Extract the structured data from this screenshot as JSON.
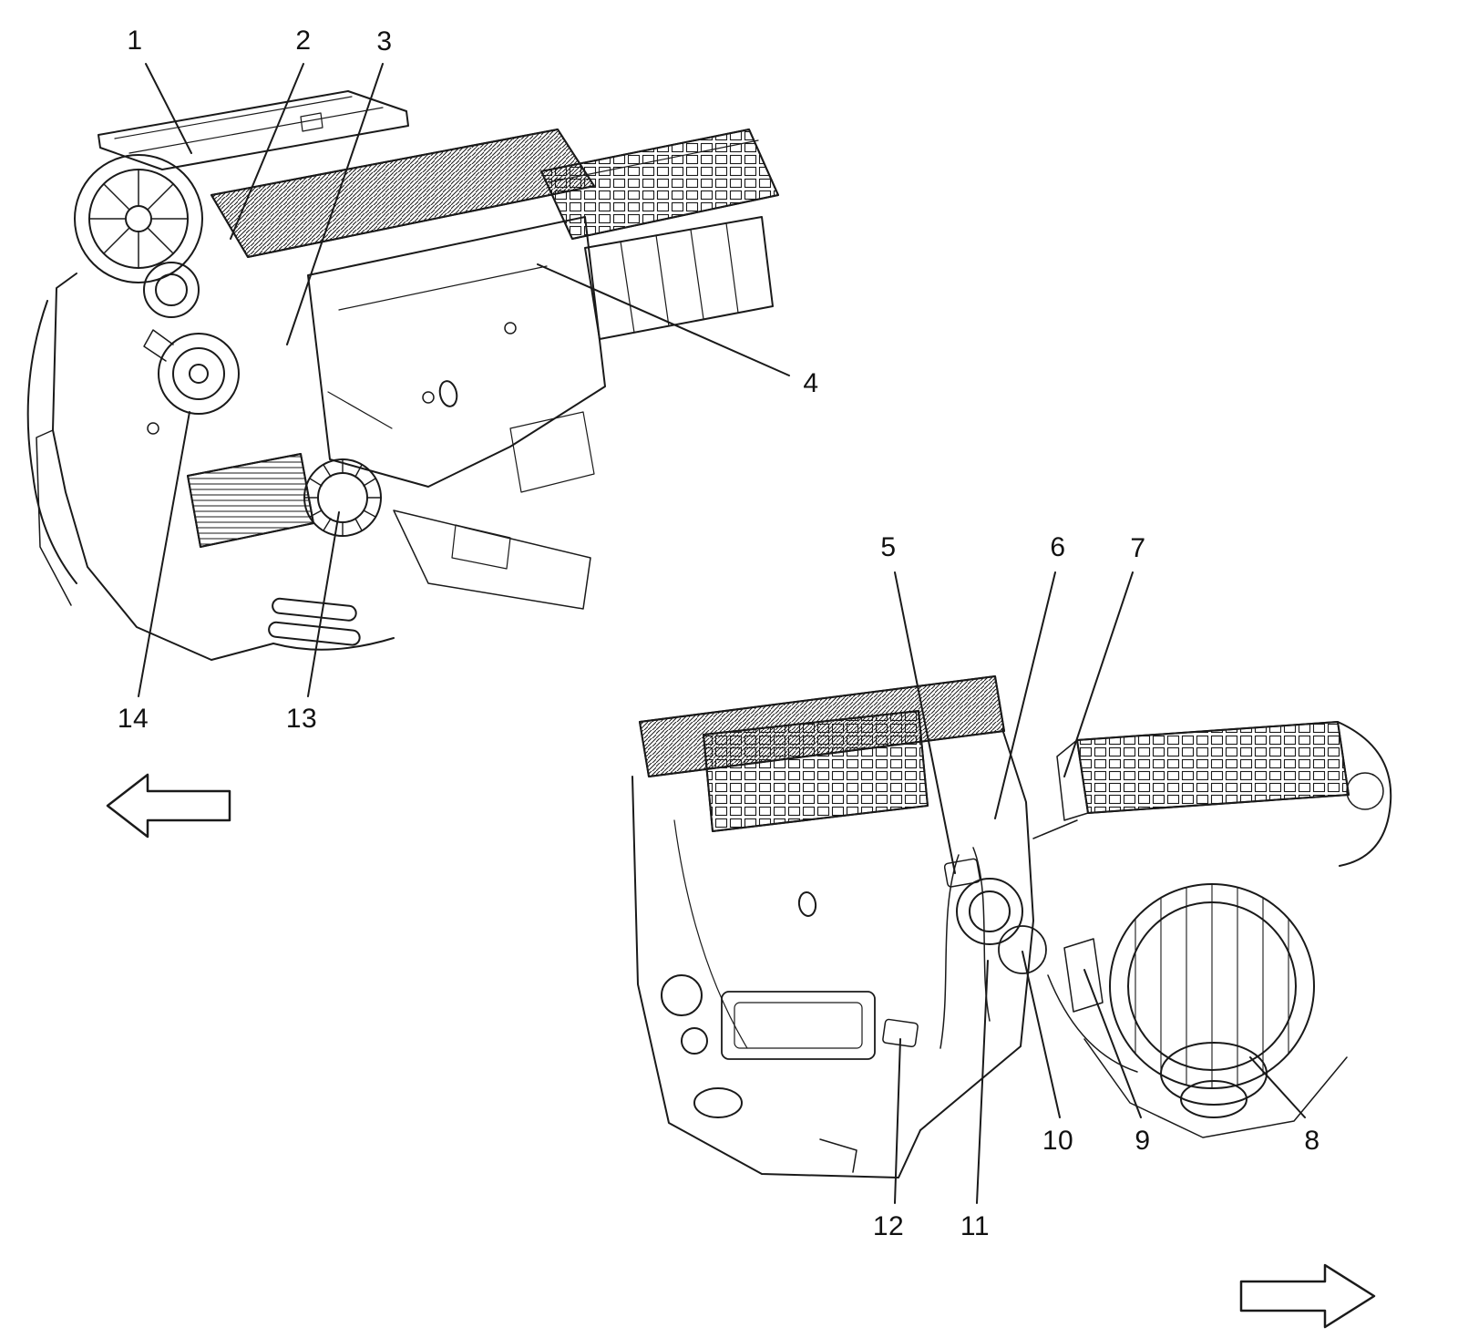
{
  "figure": {
    "background_color": "#ffffff",
    "line_color": "#1a1a1a",
    "text_color": "#111111"
  },
  "callouts": [
    {
      "label": "1"
    },
    {
      "label": "2"
    },
    {
      "label": "3"
    },
    {
      "label": "4"
    },
    {
      "label": "5"
    },
    {
      "label": "6"
    },
    {
      "label": "7"
    },
    {
      "label": "8"
    },
    {
      "label": "9"
    },
    {
      "label": "10"
    },
    {
      "label": "11"
    },
    {
      "label": "12"
    },
    {
      "label": "13"
    },
    {
      "label": "14"
    }
  ],
  "arrows": {
    "left": {
      "direction": "left"
    },
    "right": {
      "direction": "right"
    }
  }
}
